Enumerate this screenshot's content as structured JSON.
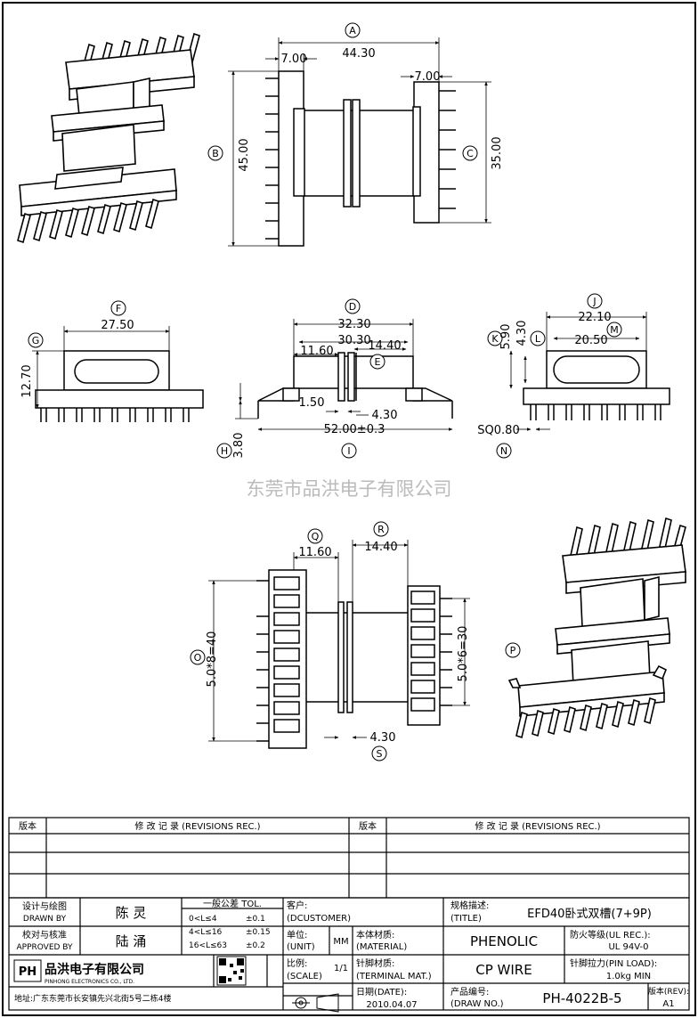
{
  "dims": {
    "A": "A",
    "B": "B",
    "C": "C",
    "D": "D",
    "E": "E",
    "F": "F",
    "G": "G",
    "H": "H",
    "I": "I",
    "J": "J",
    "K": "K",
    "L": "L",
    "M": "M",
    "N": "N",
    "O": "O",
    "P": "P",
    "Q": "Q",
    "R": "R",
    "S": "S",
    "v44_30": "44.30",
    "v7_00": "7.00",
    "v45_00": "45.00",
    "v35_00": "35.00",
    "v27_50": "27.50",
    "v12_70": "12.70",
    "v32_30": "32.30",
    "v30_30": "30.30",
    "v11_60": "11.60",
    "v14_40": "14.40",
    "v1_50": "1.50",
    "v4_30": "4.30",
    "v52_00": "52.00±0.3",
    "v3_80": "3.80",
    "v22_10": "22.10",
    "v20_50": "20.50",
    "v5_90": "5.90",
    "v4_30b": "4.30",
    "vSQ": "SQ0.80",
    "v5x8": "5.0*8=40",
    "v5x6": "5.0*6=30"
  },
  "watermark": "东莞市品洪电子有限公司",
  "revisions": {
    "col_version": "版本",
    "col_rec": "修 改 记 录 (REVISIONS REC.)"
  },
  "title_block": {
    "drawn_cn": "设计与绘图",
    "drawn_en": "DRAWN BY",
    "drawn_name": "陈 灵",
    "approved_cn": "校对与核准",
    "approved_en": "APPROVED BY",
    "approved_name": "陆 涌",
    "tol_title": "一般公差 TOL.",
    "tol1_range": "0<L≤4",
    "tol1_val": "±0.1",
    "tol2_range": "4<L≤16",
    "tol2_val": "±0.15",
    "tol3_range": "16<L≤63",
    "tol3_val": "±0.2",
    "customer_cn": "客户:",
    "customer_en": "(DCUSTOMER)",
    "spec_cn": "规格描述:",
    "spec_en": "(TITLE)",
    "spec_val": "EFD40卧式双槽(7+9P)",
    "unit_cn": "单位:",
    "unit_en": "(UNIT)",
    "unit_val": "MM",
    "material_cn": "本体材质:",
    "material_en": "(MATERIAL)",
    "material_val": "PHENOLIC",
    "ul_cn": "防火等级(UL REC.):",
    "ul_val": "UL 94V-0",
    "scale_cn": "比例:",
    "scale_en": "(SCALE)",
    "scale_val": "1/1",
    "terminal_cn": "针脚材质:",
    "terminal_en": "(TERMINAL MAT.)",
    "terminal_val": "CP WIRE",
    "pinload_cn": "针脚拉力(PIN LOAD):",
    "pinload_val": "1.0kg MIN",
    "date_cn": "日期(DATE):",
    "date_val": "2010.04.07",
    "drawno_cn": "产品编号:",
    "drawno_en": "(DRAW NO.)",
    "drawno_val": "PH-4022B-5",
    "rev_cn": "版本(REV):",
    "rev_val": "A1",
    "company_cn": "品洪电子有限公司",
    "company_en": "PINHONG ELECTRONICS CO., LTD.",
    "logo_text": "PH",
    "address": "地址:广东东莞市长安镇先兴北街5号二栋4楼"
  }
}
